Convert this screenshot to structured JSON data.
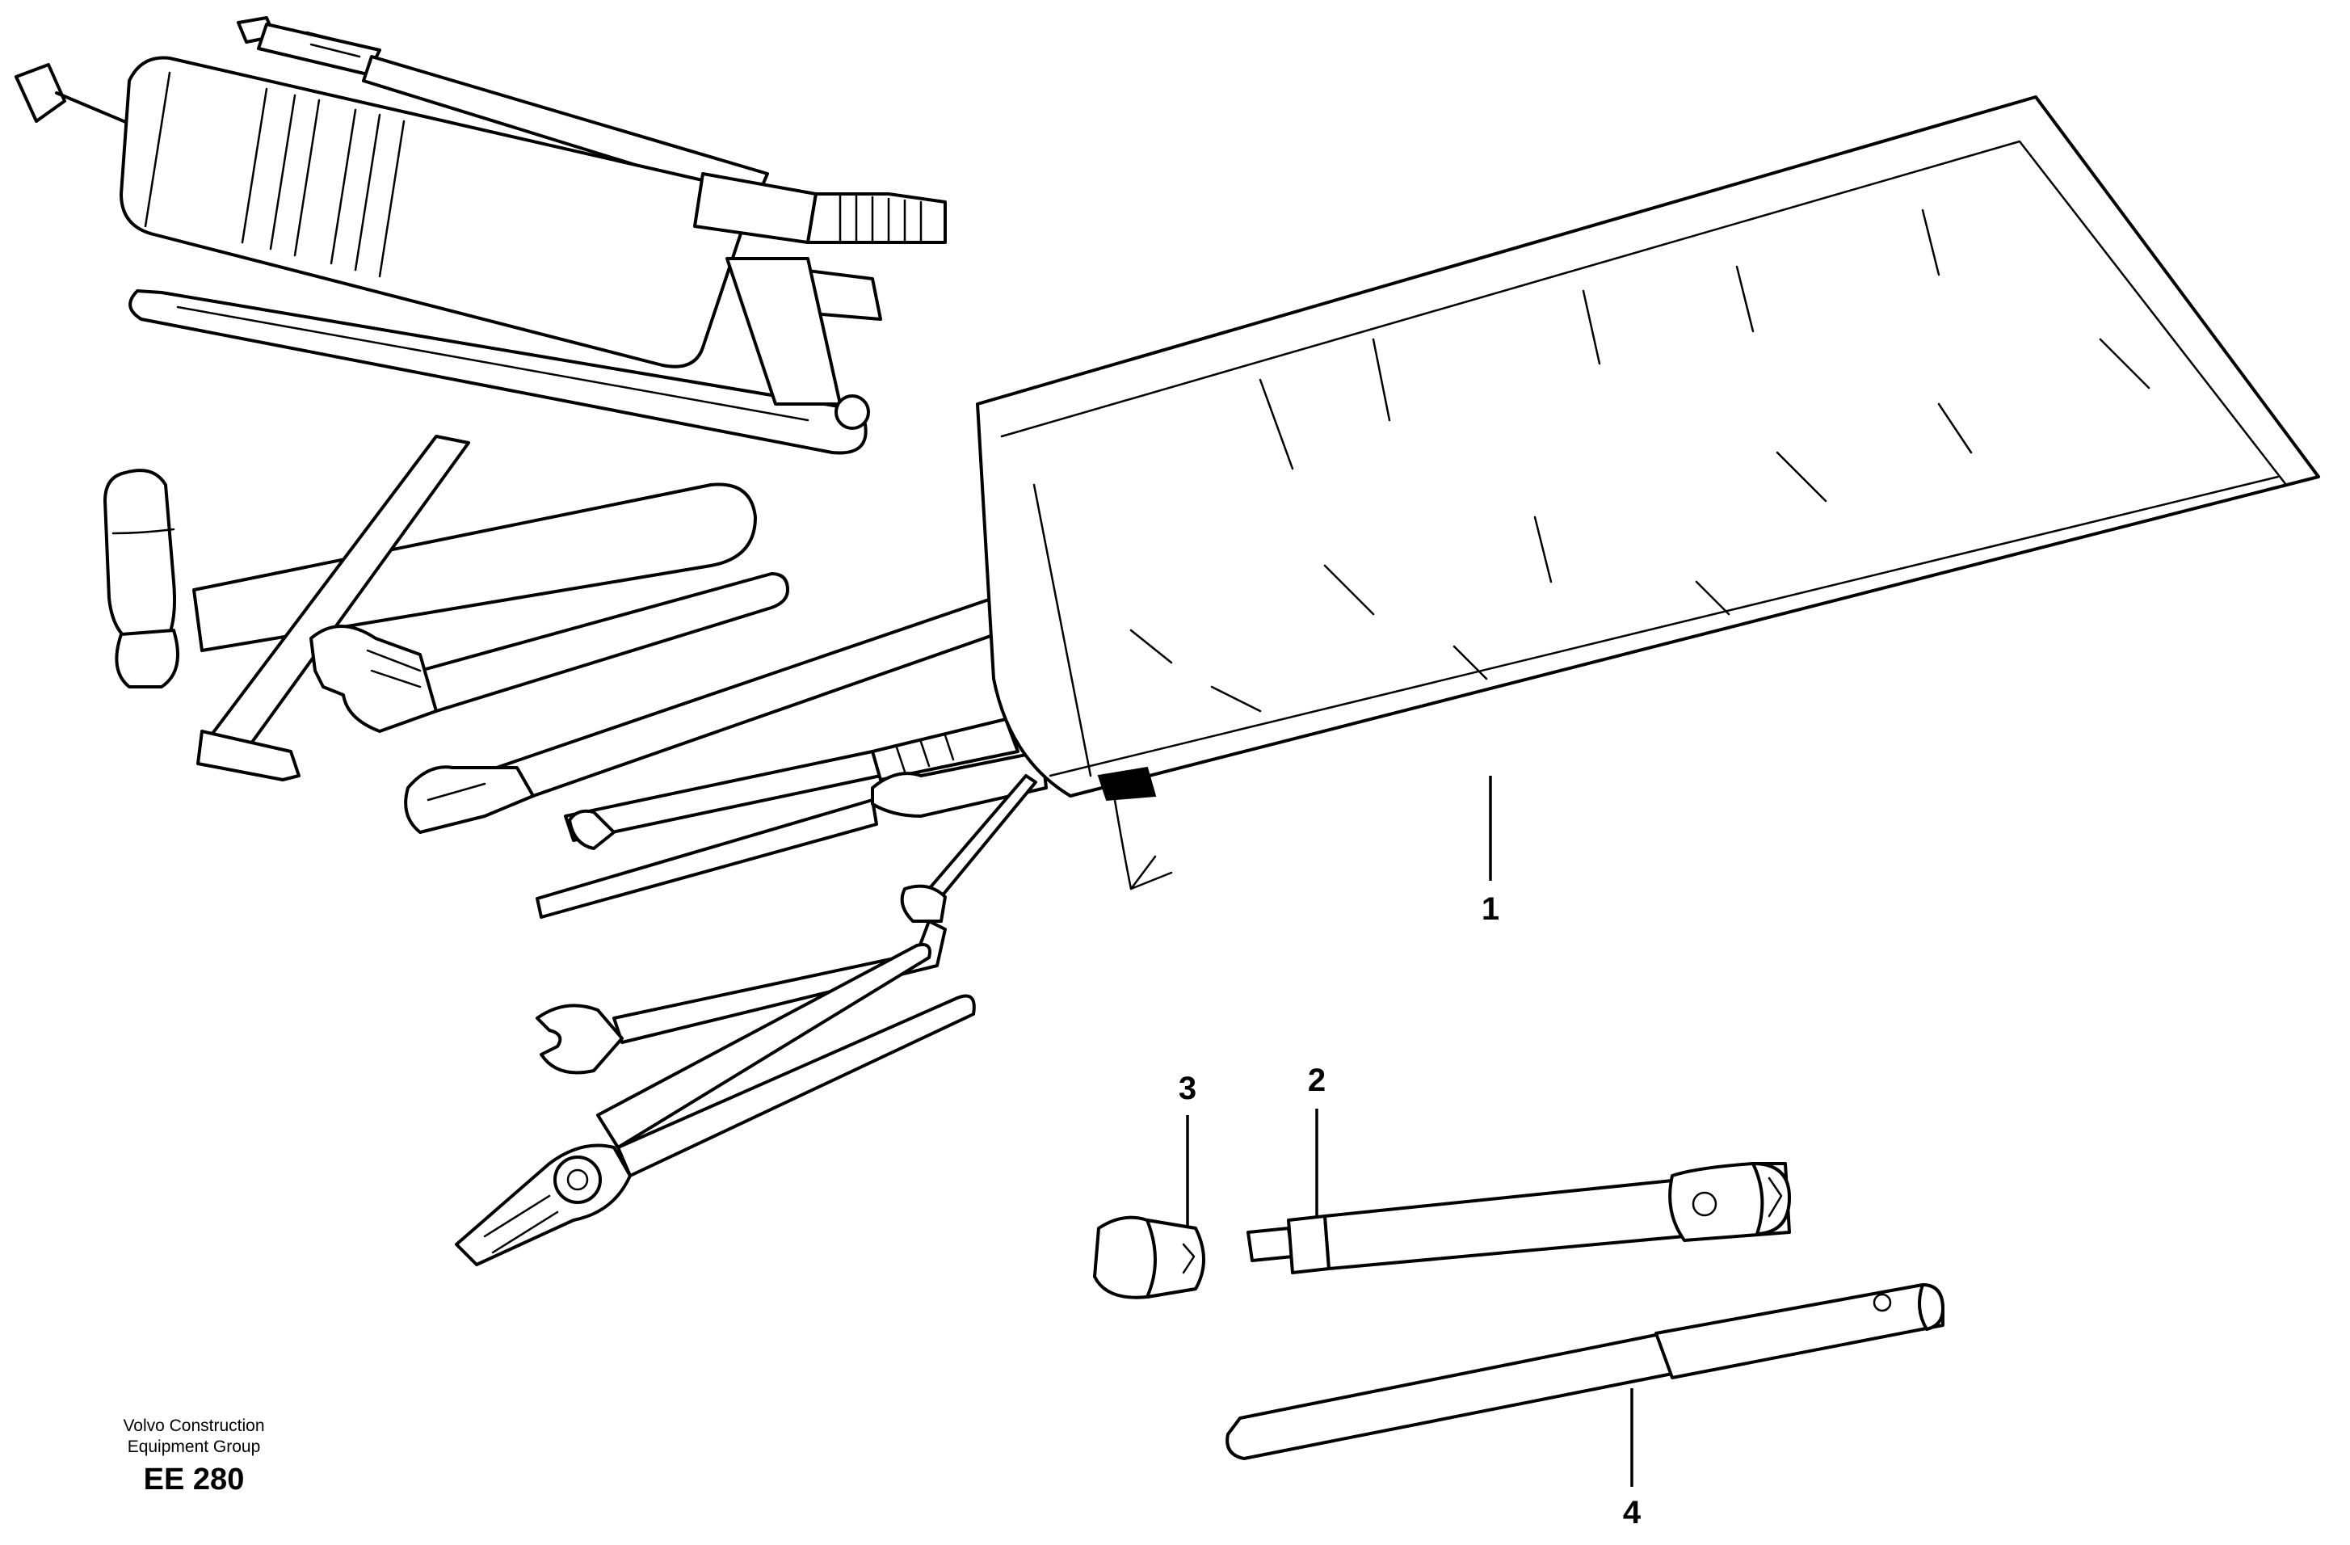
{
  "callouts": [
    {
      "id": "1",
      "label": "1"
    },
    {
      "id": "2",
      "label": "2"
    },
    {
      "id": "3",
      "label": "3"
    },
    {
      "id": "4",
      "label": "4"
    }
  ],
  "footer": {
    "line1": "Volvo Construction",
    "line2": "Equipment Group",
    "code": "EE 280"
  },
  "colors": {
    "ink": "#000000",
    "paper": "#ffffff"
  }
}
